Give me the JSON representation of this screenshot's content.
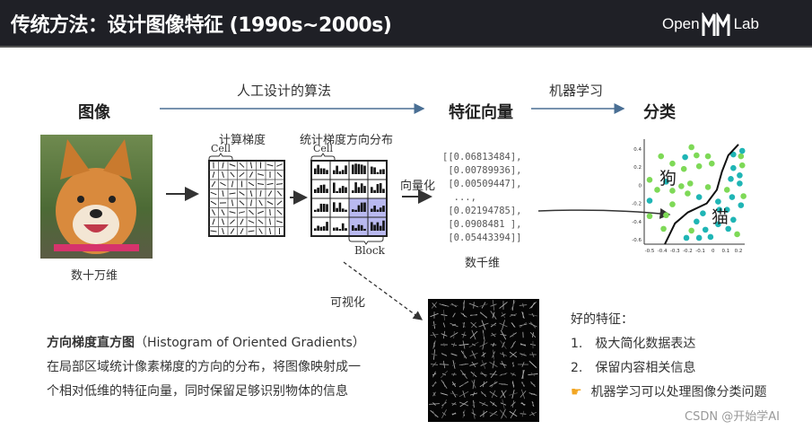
{
  "header": {
    "title": "传统方法：设计图像特征 (1990s~2000s)",
    "logo_left": "Open",
    "logo_right": "Lab"
  },
  "pipeline": {
    "image_label": "图像",
    "image_dims": "数十万维",
    "algo_label": "人工设计的算法",
    "step1": "计算梯度",
    "step2": "统计梯度方向分布",
    "cell1": "Cell",
    "cell2": "Cell",
    "block": "Block",
    "vectorize": "向量化",
    "feature_label": "特征向量",
    "vector_lines": [
      "[[0.06813484],",
      " [0.00789936],",
      " [0.00509447],",
      "  ...,",
      " [0.02194785],",
      " [0.0908481 ],",
      " [0.05443394]]"
    ],
    "feature_dims": "数千维",
    "ml_label": "机器学习",
    "classify_label": "分类",
    "visualize": "可视化"
  },
  "chart_data": {
    "type": "scatter",
    "xlim": [
      -0.55,
      0.25
    ],
    "ylim": [
      -0.65,
      0.45
    ],
    "xticks": [
      "-0.5",
      "-0.4",
      "-0.3",
      "-0.2",
      "-0.1",
      "0",
      "0.1",
      "0.2"
    ],
    "yticks": [
      "0.4",
      "0.2",
      "0",
      "-0.2",
      "-0.4",
      "-0.6"
    ],
    "region_labels": {
      "dog": "狗",
      "cat": "猫"
    },
    "colors": {
      "green": "#7ed957",
      "cyan": "#1fb5b5"
    },
    "series": [
      {
        "color": "green",
        "points": [
          [
            -0.41,
            0.32
          ],
          [
            -0.17,
            0.42
          ],
          [
            -0.13,
            0.33
          ],
          [
            -0.04,
            0.32
          ],
          [
            -0.32,
            0.24
          ],
          [
            -0.23,
            0.18
          ],
          [
            -0.11,
            0.21
          ],
          [
            -0.01,
            0.24
          ],
          [
            -0.5,
            0.06
          ],
          [
            -0.44,
            -0.05
          ],
          [
            -0.32,
            -0.06
          ],
          [
            -0.18,
            0.02
          ],
          [
            -0.25,
            -0.01
          ],
          [
            -0.2,
            -0.09
          ],
          [
            -0.04,
            -0.02
          ],
          [
            -0.32,
            -0.21
          ],
          [
            -0.5,
            -0.34
          ],
          [
            -0.37,
            -0.33
          ],
          [
            -0.39,
            -0.48
          ],
          [
            -0.17,
            -0.5
          ],
          [
            0.11,
            -0.05
          ],
          [
            0.22,
            0.32
          ],
          [
            0.23,
            0.22
          ],
          [
            0.24,
            -0.12
          ],
          [
            0.19,
            -0.54
          ]
        ]
      },
      {
        "color": "cyan",
        "points": [
          [
            -0.22,
            0.31
          ],
          [
            -0.37,
            0.04
          ],
          [
            -0.11,
            -0.13
          ],
          [
            -0.5,
            -0.17
          ],
          [
            0.04,
            -0.18
          ],
          [
            0.16,
            0.34
          ],
          [
            0.23,
            0.38
          ],
          [
            0.16,
            0.19
          ],
          [
            0.21,
            0.11
          ],
          [
            0.14,
            0.07
          ],
          [
            0.21,
            0.02
          ],
          [
            0.15,
            -0.13
          ],
          [
            0.22,
            -0.22
          ],
          [
            0.05,
            -0.27
          ],
          [
            -0.08,
            -0.31
          ],
          [
            -0.13,
            -0.4
          ],
          [
            -0.06,
            -0.49
          ],
          [
            -0.11,
            -0.58
          ],
          [
            -0.21,
            -0.58
          ],
          [
            -0.02,
            -0.57
          ],
          [
            0.04,
            -0.43
          ],
          [
            0.12,
            -0.48
          ],
          [
            0.16,
            -0.38
          ],
          [
            0.11,
            -0.27
          ]
        ]
      }
    ],
    "boundary": [
      [
        -0.38,
        -0.65
      ],
      [
        -0.3,
        -0.42
      ],
      [
        -0.2,
        -0.3
      ],
      [
        -0.05,
        -0.2
      ],
      [
        0.03,
        -0.05
      ],
      [
        0.07,
        0.15
      ],
      [
        0.12,
        0.33
      ],
      [
        0.2,
        0.45
      ]
    ]
  },
  "hog_desc": {
    "title": "方向梯度直方图",
    "title_en": "（Histogram of Oriented Gradients）",
    "line1": "在局部区域统计像素梯度的方向的分布，将图像映射成一",
    "line2": "个相对低维的特征向量，同时保留足够识别物体的信息"
  },
  "good_features": {
    "title": "好的特征：",
    "items": [
      {
        "num": "1.",
        "text": "极大简化数据表达"
      },
      {
        "num": "2.",
        "text": "保留内容相关信息"
      }
    ],
    "tip": "机器学习可以处理图像分类问题",
    "tip_icon": "pointing-hand-icon"
  },
  "watermark": "CSDN @开始学AI"
}
